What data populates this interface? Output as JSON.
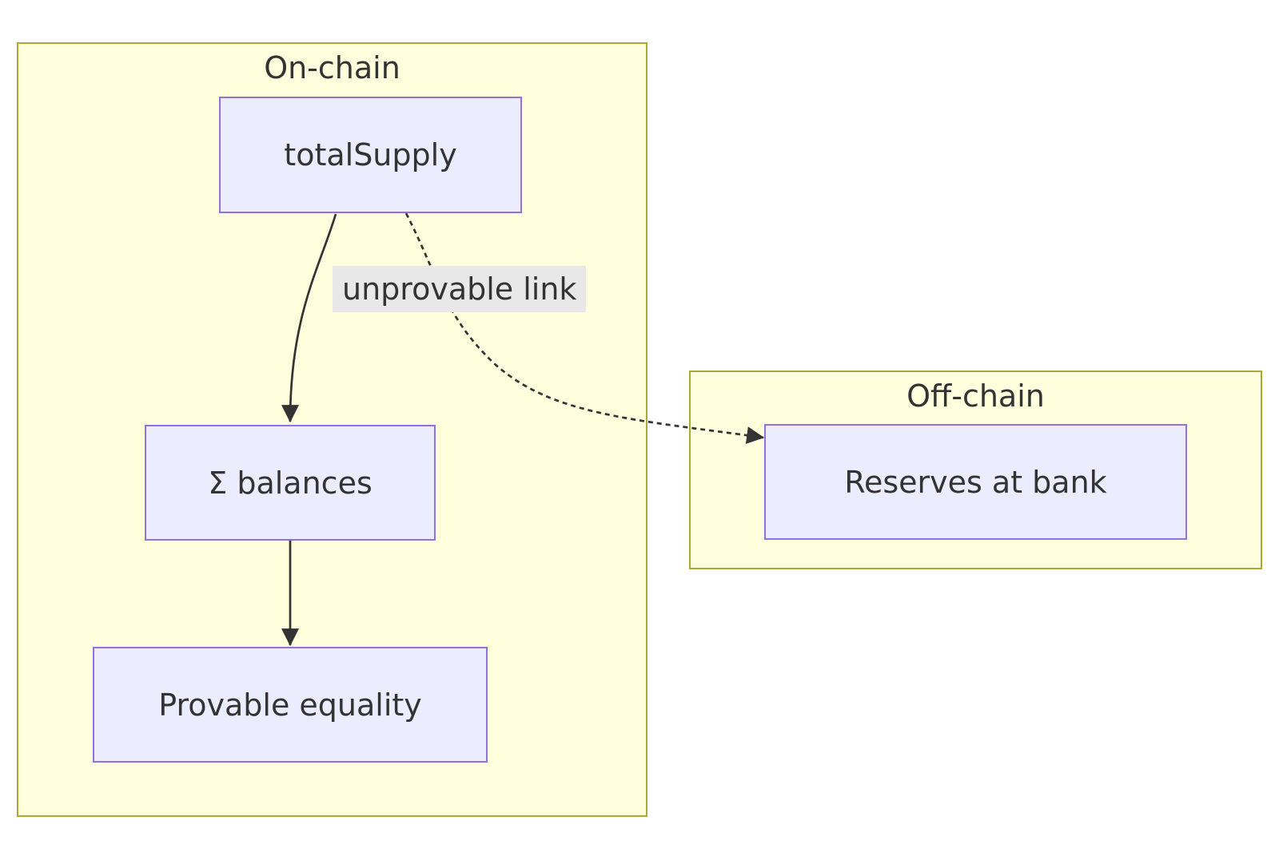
{
  "diagram": {
    "type": "flowchart",
    "clusters": [
      {
        "id": "on-chain",
        "label": "On-chain"
      },
      {
        "id": "off-chain",
        "label": "Off-chain"
      }
    ],
    "nodes": [
      {
        "id": "total-supply",
        "label": "totalSupply",
        "cluster": "on-chain"
      },
      {
        "id": "sum-balances",
        "label": "Σ balances",
        "cluster": "on-chain"
      },
      {
        "id": "provable-equality",
        "label": "Provable equality",
        "cluster": "on-chain"
      },
      {
        "id": "reserves-at-bank",
        "label": "Reserves at bank",
        "cluster": "off-chain"
      }
    ],
    "edges": [
      {
        "from": "total-supply",
        "to": "sum-balances",
        "style": "solid",
        "label": ""
      },
      {
        "from": "sum-balances",
        "to": "provable-equality",
        "style": "solid",
        "label": ""
      },
      {
        "from": "total-supply",
        "to": "reserves-at-bank",
        "style": "dashed",
        "label": "unprovable link"
      }
    ],
    "colors": {
      "cluster_fill": "#ffffde",
      "cluster_border": "#aaaa33",
      "node_fill": "#ececff",
      "node_border": "#9370db",
      "edge": "#333333",
      "edge_label_bg": "#e8e8e8",
      "text": "#333333"
    }
  }
}
